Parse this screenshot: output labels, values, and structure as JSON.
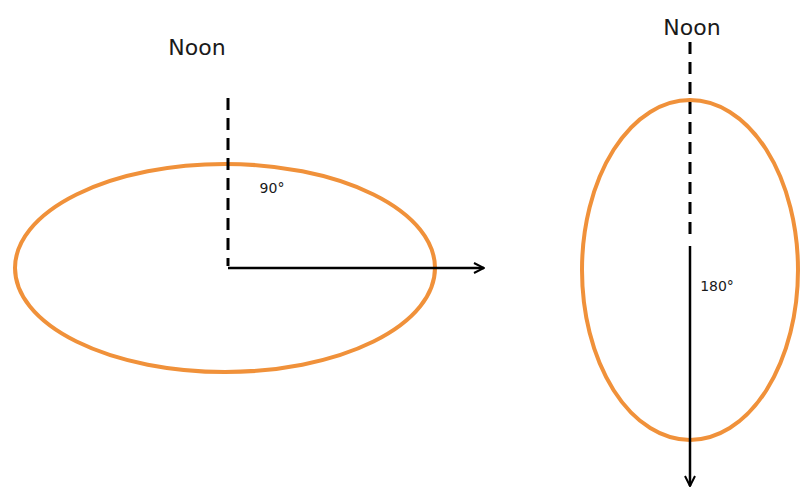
{
  "diagram": {
    "labels": [
      "Noon",
      "90°",
      "Noon",
      "180°"
    ]
  }
}
